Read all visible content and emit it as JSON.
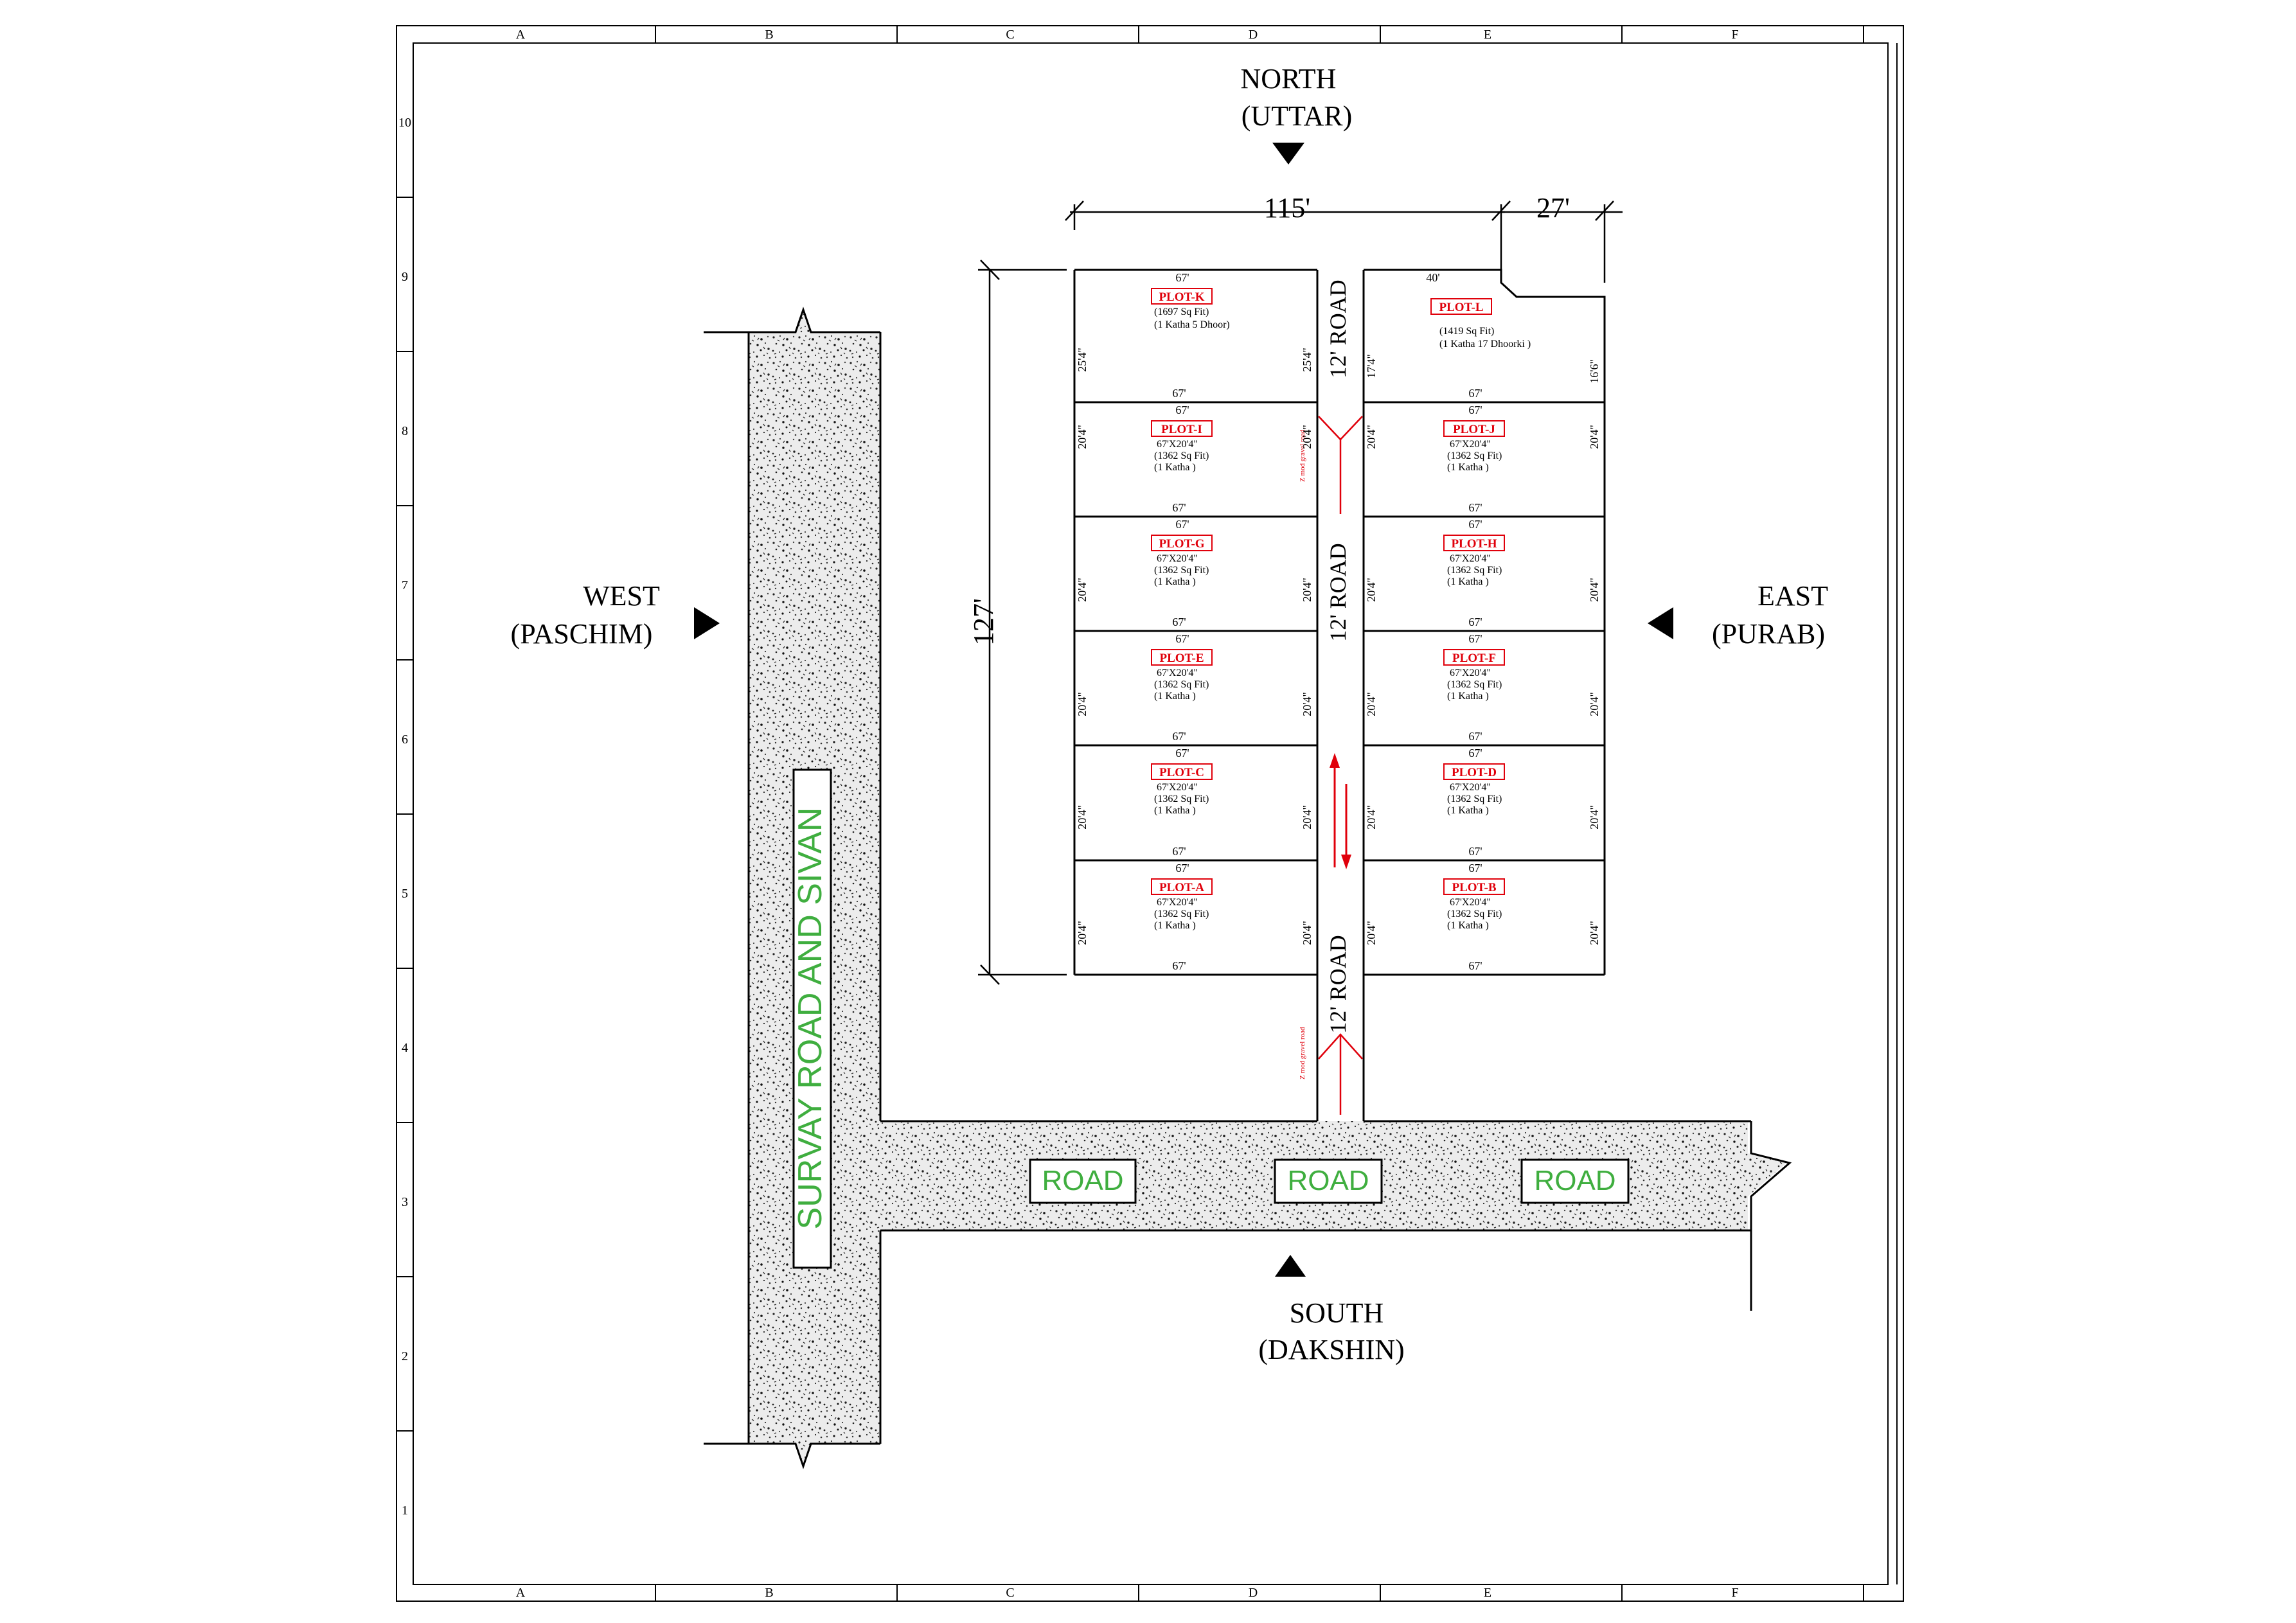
{
  "frame": {
    "col_labels": [
      "A",
      "B",
      "C",
      "D",
      "E",
      "F"
    ],
    "row_labels": [
      "10",
      "9",
      "8",
      "7",
      "6",
      "5",
      "4",
      "3",
      "2",
      "1"
    ]
  },
  "directions": {
    "north": {
      "label": "NORTH",
      "sub": "(UTTAR)"
    },
    "south": {
      "label": "SOUTH",
      "sub": "(DAKSHIN)"
    },
    "west": {
      "label": "WEST",
      "sub": "(PASCHIM)"
    },
    "east": {
      "label": "EAST",
      "sub": "(PURAB)"
    }
  },
  "dimensions": {
    "top_width": "115'",
    "top_right_width": "27'",
    "left_height": "127'"
  },
  "internal_road": {
    "label_top": "12'  ROAD",
    "label_mid": "12'  ROAD",
    "label_bottom": "12'  ROAD",
    "note_top": "Z mod gravel road",
    "note_bottom": "Z mod gravel road"
  },
  "roads": {
    "west_road_label": "SURVAY ROAD AND SIVAN",
    "south_road_labels": [
      "ROAD",
      "ROAD",
      "ROAD"
    ]
  },
  "plots": {
    "K": {
      "name": "PLOT-K",
      "line1": "(1697 Sq Fit)",
      "line2": "(1 Katha 5 Dhoor)",
      "top": "67'",
      "bottom": "67'",
      "left": "25'4\"",
      "right": "25'4\""
    },
    "L": {
      "name": "PLOT-L",
      "line1": "(1419 Sq Fit)",
      "line2": "(1 Katha 17 Dhoorki )",
      "top": "40'",
      "bottom": "67'",
      "left": "17'4\"",
      "right": "16'6\""
    },
    "I": {
      "name": "PLOT-I",
      "size": "67'X20'4\"",
      "area": "(1362 Sq Fit)",
      "katha": "(1 Katha )",
      "top": "67'",
      "bottom": "67'",
      "left": "20'4\"",
      "right": "20'4\""
    },
    "J": {
      "name": "PLOT-J",
      "size": "67'X20'4\"",
      "area": "(1362 Sq Fit)",
      "katha": "(1 Katha )",
      "top": "67'",
      "bottom": "67'",
      "left": "20'4\"",
      "right": "20'4\""
    },
    "G": {
      "name": "PLOT-G",
      "size": "67'X20'4\"",
      "area": "(1362 Sq Fit)",
      "katha": "(1 Katha )",
      "top": "67'",
      "bottom": "67'",
      "left": "20'4\"",
      "right": "20'4\""
    },
    "H": {
      "name": "PLOT-H",
      "size": "67'X20'4\"",
      "area": "(1362 Sq Fit)",
      "katha": "(1 Katha )",
      "top": "67'",
      "bottom": "67'",
      "left": "20'4\"",
      "right": "20'4\""
    },
    "E": {
      "name": "PLOT-E",
      "size": "67'X20'4\"",
      "area": "(1362 Sq Fit)",
      "katha": "(1 Katha )",
      "top": "67'",
      "bottom": "67'",
      "left": "20'4\"",
      "right": "20'4\""
    },
    "F": {
      "name": "PLOT-F",
      "size": "67'X20'4\"",
      "area": "(1362 Sq Fit)",
      "katha": "(1 Katha )",
      "top": "67'",
      "bottom": "67'",
      "left": "20'4\"",
      "right": "20'4\""
    },
    "C": {
      "name": "PLOT-C",
      "size": "67'X20'4\"",
      "area": "(1362 Sq Fit)",
      "katha": "(1 Katha )",
      "top": "67'",
      "bottom": "67'",
      "left": "20'4\"",
      "right": "20'4\""
    },
    "D": {
      "name": "PLOT-D",
      "size": "67'X20'4\"",
      "area": "(1362 Sq Fit)",
      "katha": "(1 Katha )",
      "top": "67'",
      "bottom": "67'",
      "left": "20'4\"",
      "right": "20'4\""
    },
    "A": {
      "name": "PLOT-A",
      "size": "67'X20'4\"",
      "area": "(1362 Sq Fit)",
      "katha": "(1 Katha )",
      "top": "67'",
      "bottom": "67'",
      "left": "20'4\"",
      "right": "20'4\""
    },
    "B": {
      "name": "PLOT-B",
      "size": "67'X20'4\"",
      "area": "(1362 Sq Fit)",
      "katha": "(1 Katha )",
      "top": "67'",
      "bottom": "67'",
      "left": "20'4\"",
      "right": "20'4\""
    }
  }
}
